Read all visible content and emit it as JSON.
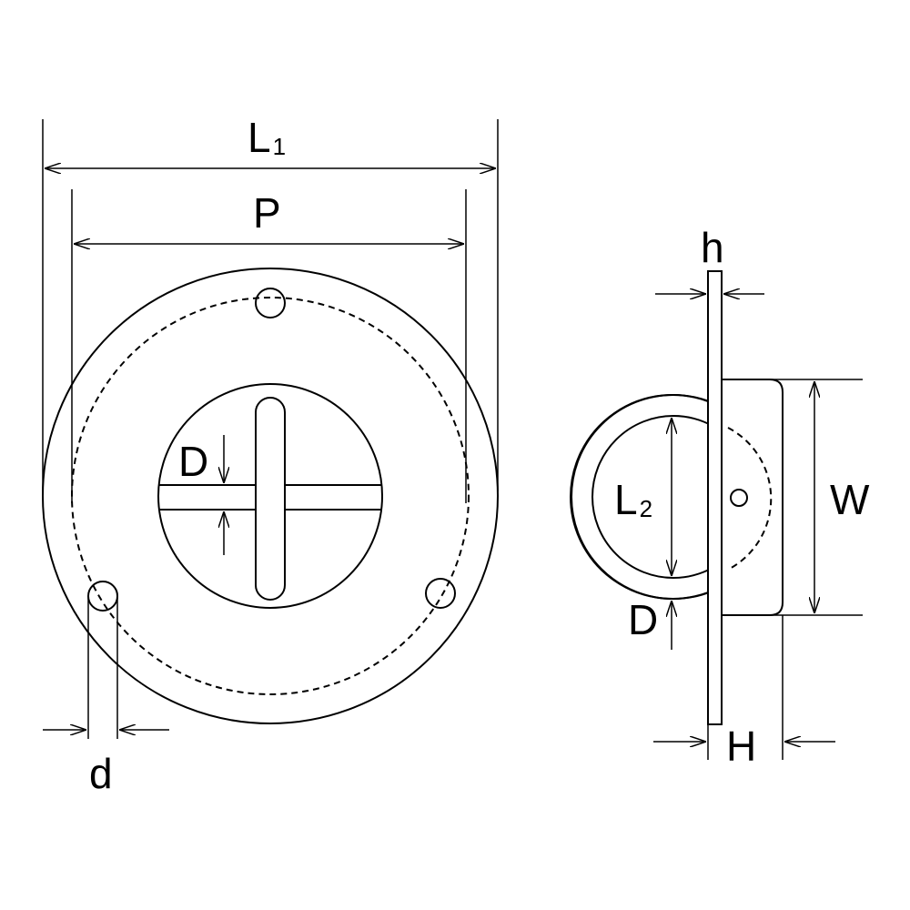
{
  "labels": {
    "L1": {
      "main": "L",
      "sub": "1"
    },
    "P": "P",
    "D_front": "D",
    "d": "d",
    "h": "h",
    "L2": {
      "main": "L",
      "sub": "2"
    },
    "W": "W",
    "D_side": "D",
    "H": "H"
  }
}
